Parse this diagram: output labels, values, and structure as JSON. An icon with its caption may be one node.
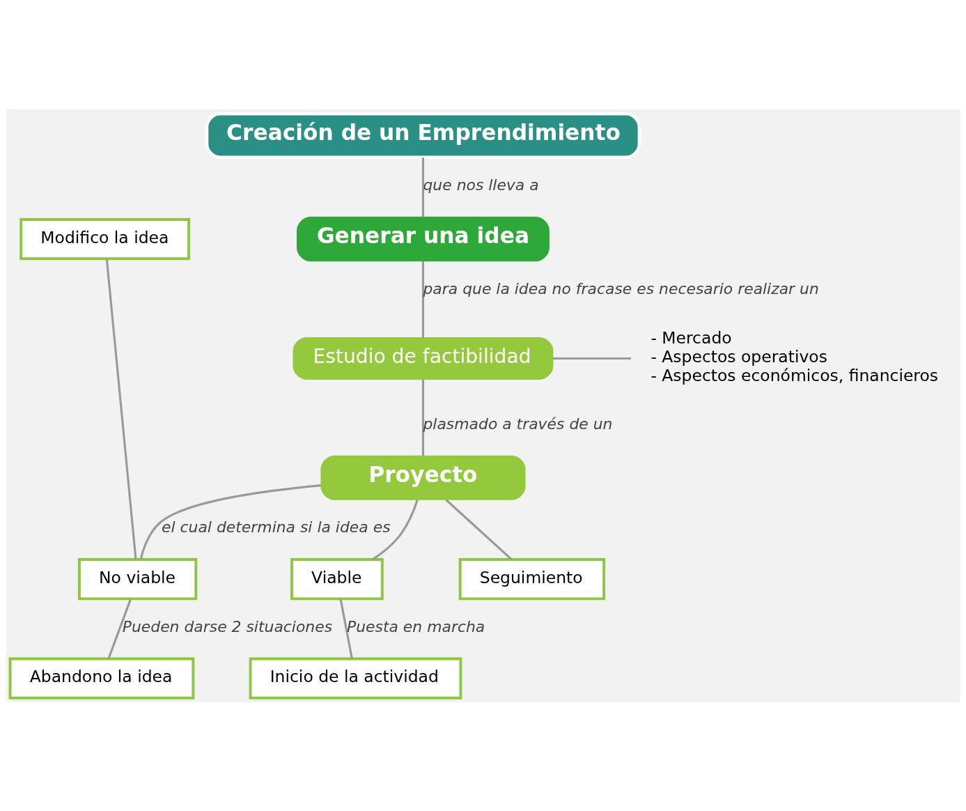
{
  "diagram": {
    "nodes": [
      {
        "text": [
          "Creación de un Emprendimiento"
        ]
      },
      {
        "text": [
          "Generar una idea"
        ]
      },
      {
        "text": [
          "Modifico la idea"
        ]
      },
      {
        "text": [
          "Estudio de factibilidad"
        ]
      },
      {
        "text": [
          "- Mercado",
          "- Aspectos operativos",
          "- Aspectos económicos, financieros"
        ]
      },
      {
        "text": [
          "Proyecto"
        ]
      },
      {
        "text": [
          "No viable"
        ]
      },
      {
        "text": [
          "Viable"
        ]
      },
      {
        "text": [
          "Seguimiento"
        ]
      },
      {
        "text": [
          "Abandono la idea"
        ]
      },
      {
        "text": [
          "Inicio de la actividad"
        ]
      }
    ],
    "edges": [
      {
        "from": 0,
        "to": 1,
        "arrow": "none",
        "label": "que nos lleva a"
      },
      {
        "from": 1,
        "to": 3,
        "arrow": "none",
        "label": "para que la idea no fracase es necesario realizar un"
      },
      {
        "from": 3,
        "to": 4,
        "arrow": "none"
      },
      {
        "from": 3,
        "to": 5,
        "arrow": "none",
        "label": "plasmado a través de un"
      },
      {
        "from": 5,
        "to": 6,
        "arrow": "none",
        "label": "el cual determina si la idea es"
      },
      {
        "from": 5,
        "to": 7,
        "arrow": "none"
      },
      {
        "from": 5,
        "to": 8,
        "arrow": "none"
      },
      {
        "from": 6,
        "to": 9,
        "arrow": "none",
        "label": "Pueden darse 2 situaciones"
      },
      {
        "from": 6,
        "to": 2,
        "arrow": "none"
      },
      {
        "from": 7,
        "to": 10,
        "arrow": "none",
        "label": "Puesta en marcha"
      }
    ]
  }
}
